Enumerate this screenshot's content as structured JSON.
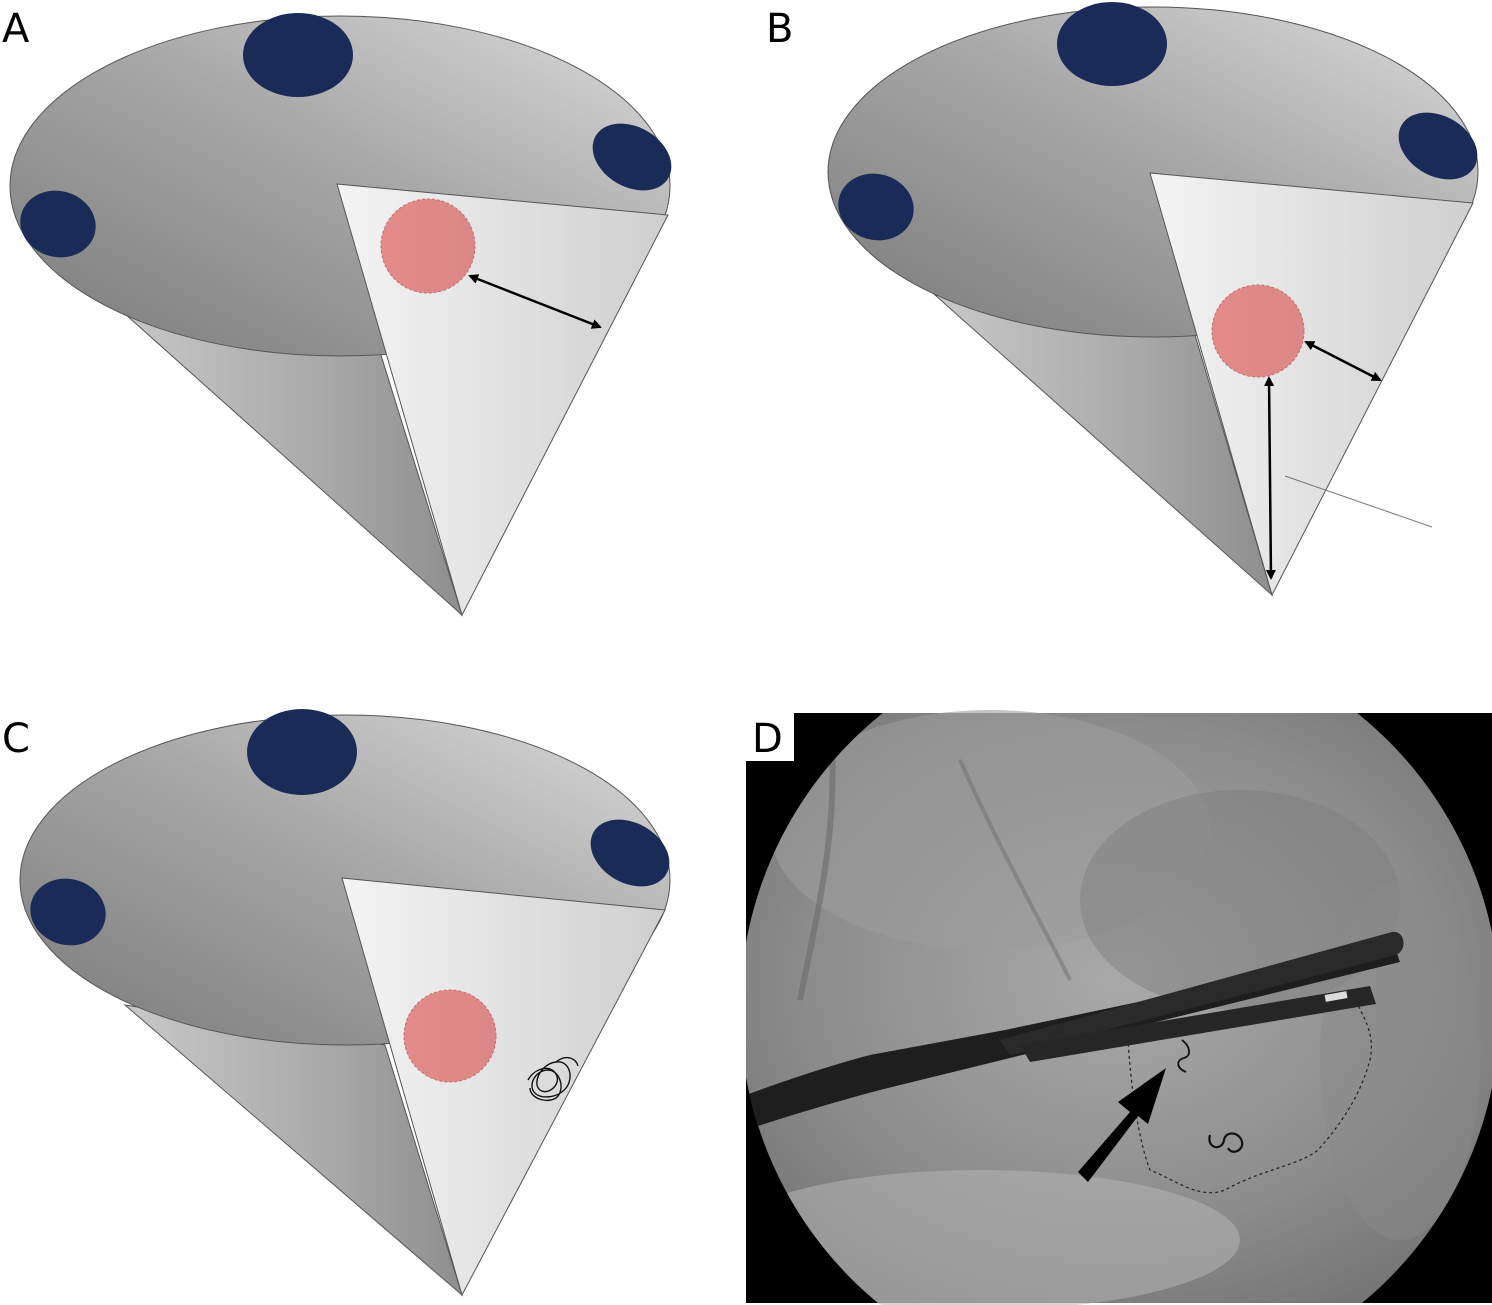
{
  "panels": {
    "a": {
      "label": "A"
    },
    "b": {
      "label": "B"
    },
    "c": {
      "label": "C"
    },
    "d": {
      "label": "D"
    }
  },
  "colors": {
    "port_blue": "#1b2b57",
    "target_pink": "#e58a8a",
    "cone_gray": "#b4b4b4",
    "arrow": "#000000",
    "fluoro_background": "#8f8f8f",
    "scope_dark": "#1e1e1e"
  },
  "icons": {
    "arrow_head": "arrow-head",
    "coil": "coil-marker"
  }
}
